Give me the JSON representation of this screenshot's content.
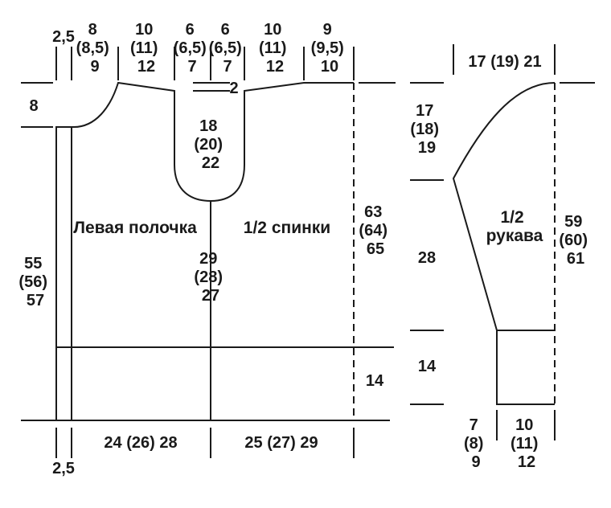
{
  "colors": {
    "line": "#1a1a1a",
    "background": "#ffffff"
  },
  "body": {
    "label_left_front": "Левая полочка",
    "label_back": "1/2 спинки",
    "top_widths": {
      "band": "2,5",
      "shoulder_front": [
        "8",
        "(8,5)",
        "9"
      ],
      "neck_front": [
        "10",
        "(11)",
        "12"
      ],
      "neck_mid_left": [
        "6",
        "(6,5)",
        "7"
      ],
      "neck_mid_right": [
        "6",
        "(6,5)",
        "7"
      ],
      "neck_back": [
        "10",
        "(11)",
        "12"
      ],
      "shoulder_back": [
        "9",
        "(9,5)",
        "10"
      ]
    },
    "neck_drop_back": "2",
    "shoulder_slope": "8",
    "neck_depth": [
      "18",
      "(20)",
      "22"
    ],
    "side_to_neck": [
      "29",
      "(28)",
      "27"
    ],
    "front_length": [
      "55",
      "(56)",
      "57"
    ],
    "total_length": [
      "63",
      "(64)",
      "65"
    ],
    "rib_height": "14",
    "bottom_band": "2,5",
    "bottom_front": "24 (26) 28",
    "bottom_back": "25 (27) 29"
  },
  "sleeve": {
    "label": [
      "1/2",
      "рукава"
    ],
    "top_width": "17 (19) 21",
    "cap_height": [
      "17",
      "(18)",
      "19"
    ],
    "mid_length": "28",
    "cuff_height": "14",
    "total_length": [
      "59",
      "(60)",
      "61"
    ],
    "bottom_offset": [
      "7",
      "(8)",
      "9"
    ],
    "bottom_width": [
      "10",
      "(11)",
      "12"
    ]
  }
}
